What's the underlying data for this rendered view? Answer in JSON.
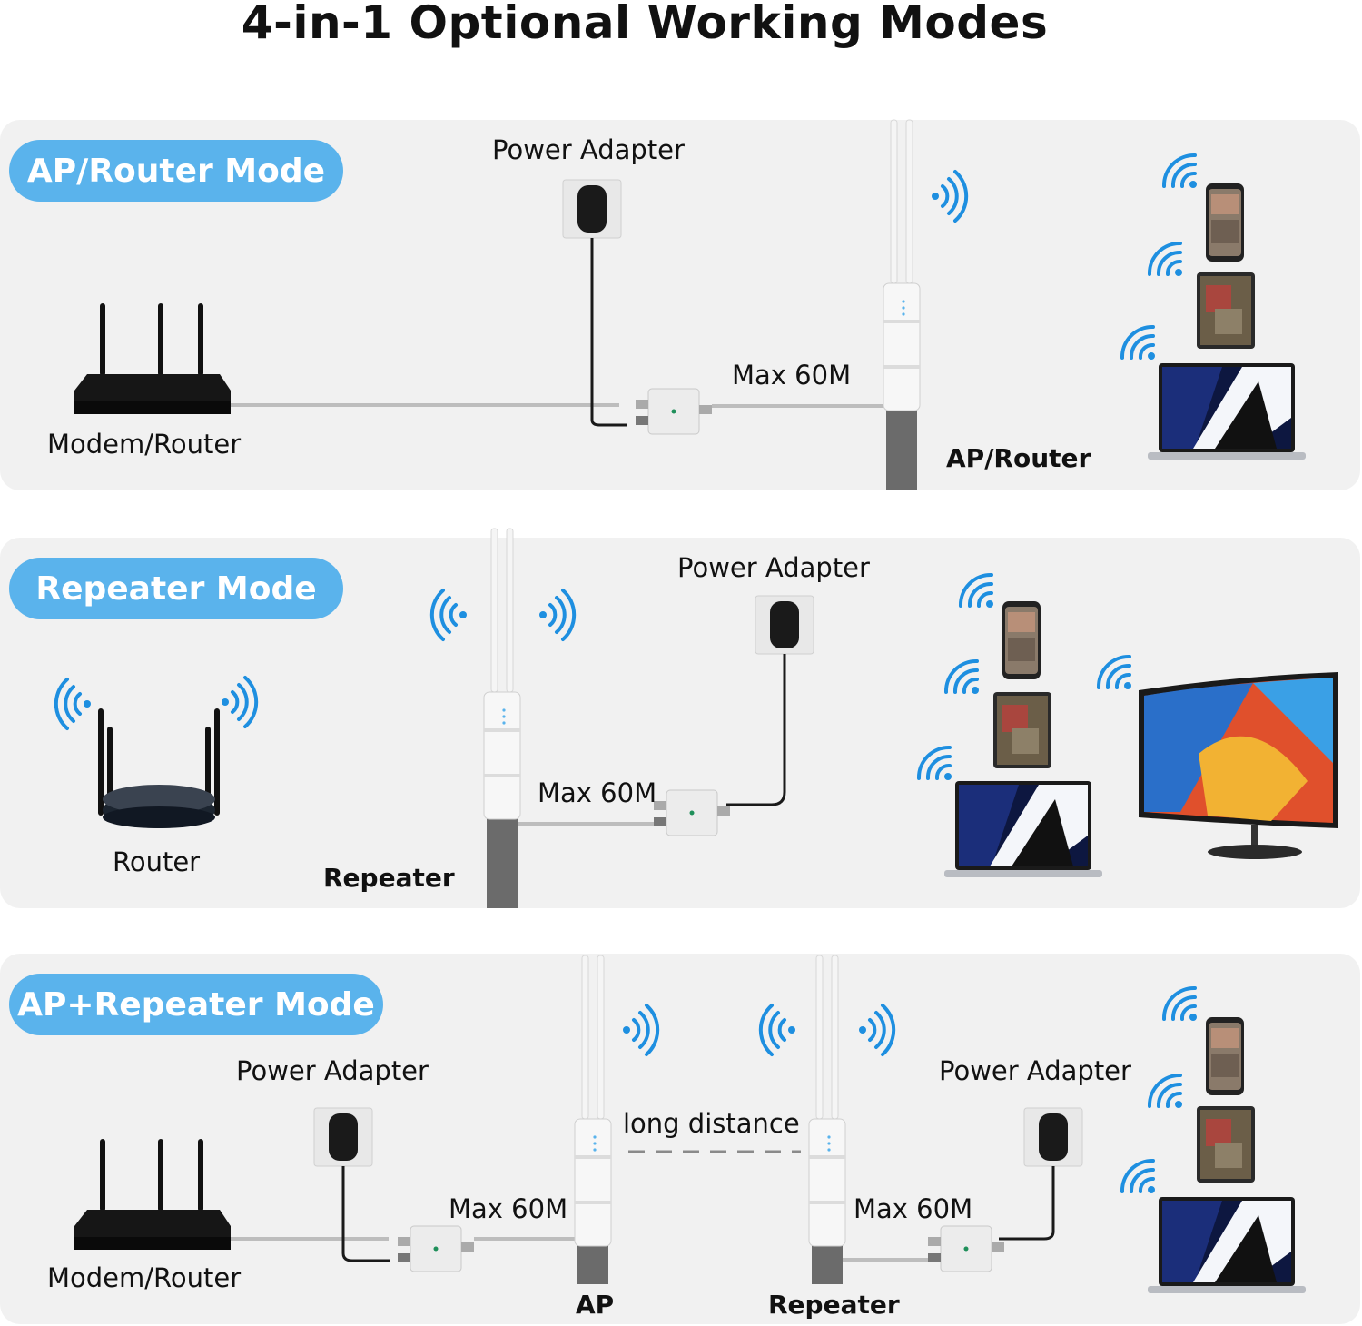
{
  "title": "4-in-1 Optional Working Modes",
  "colors": {
    "accent": "#5ab3ec",
    "wifi": "#1e8fe0",
    "panel": "#f1f1f1",
    "pole": "#6b6b6b"
  },
  "modes": [
    {
      "name": "AP/Router Mode",
      "labels": {
        "power_adapter": "Power Adapter",
        "modem": "Modem/Router",
        "distance": "Max 60M",
        "device": "AP/Router"
      }
    },
    {
      "name": "Repeater Mode",
      "labels": {
        "power_adapter": "Power Adapter",
        "router": "Router",
        "distance": "Max 60M",
        "device": "Repeater"
      }
    },
    {
      "name": "AP+Repeater Mode",
      "labels": {
        "power_adapter_left": "Power Adapter",
        "power_adapter_right": "Power Adapter",
        "modem": "Modem/Router",
        "distance_left": "Max 60M",
        "distance_right": "Max 60M",
        "long_distance": "long distance",
        "device_left": "AP",
        "device_right": "Repeater"
      }
    }
  ]
}
